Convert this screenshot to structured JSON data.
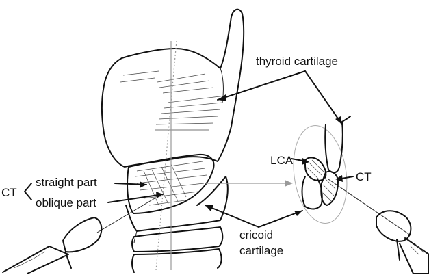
{
  "labels": {
    "thyroid_cartilage": "thyroid cartilage",
    "ct_main": "CT",
    "straight_part": "straight part",
    "oblique_part": "oblique part",
    "cricoid_line1": "cricoid",
    "cricoid_line2": "cartilage",
    "lca": "LCA",
    "ct_right": "CT"
  },
  "colors": {
    "ink": "#111111",
    "guide": "#9a9a9a",
    "background": "#ffffff"
  }
}
